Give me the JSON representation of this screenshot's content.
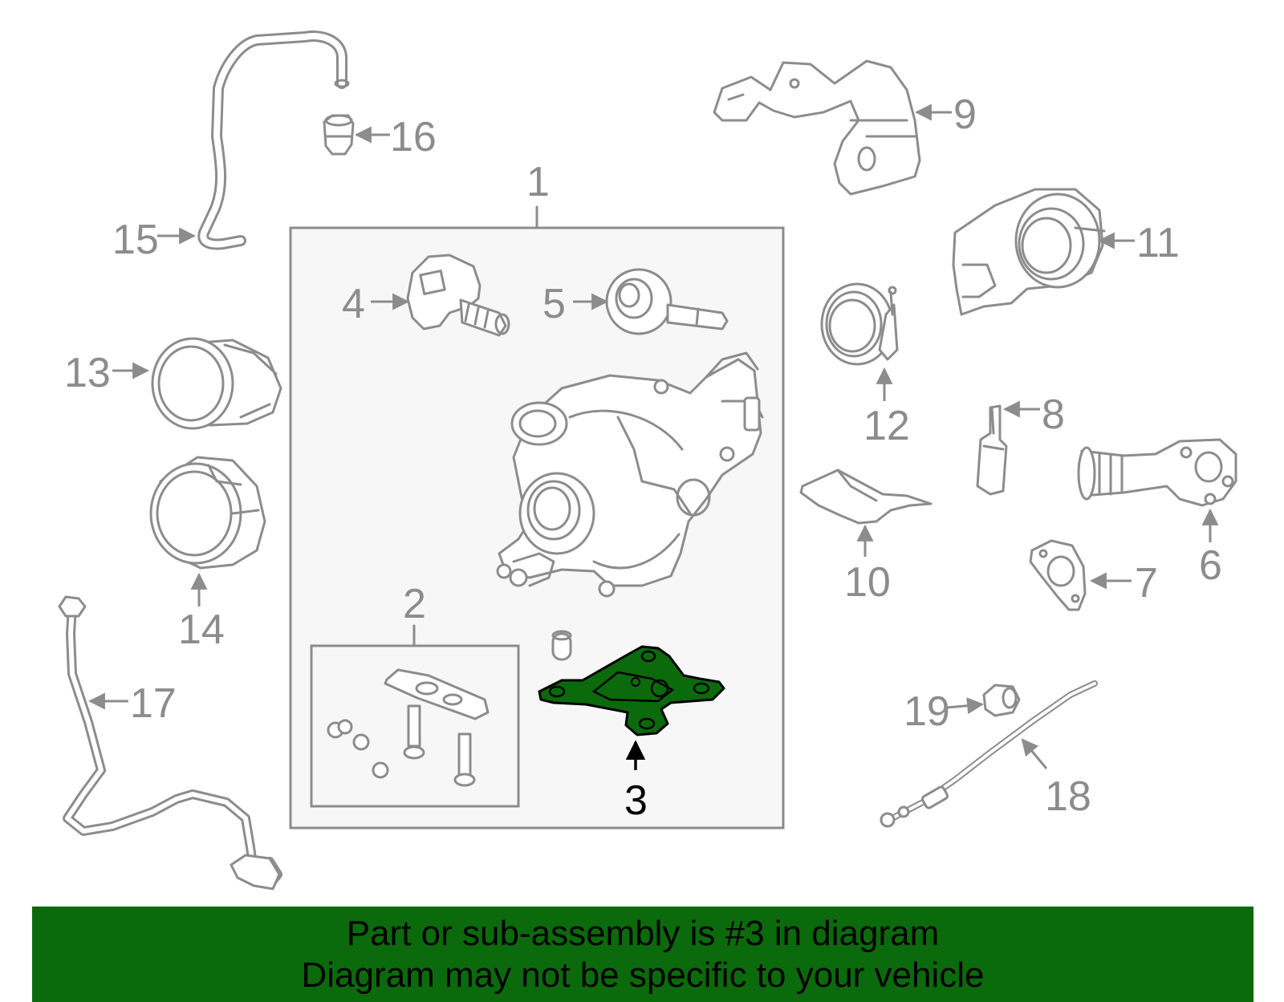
{
  "callouts": {
    "c1": "1",
    "c2": "2",
    "c3": "3",
    "c4": "4",
    "c5": "5",
    "c6": "6",
    "c7": "7",
    "c8": "8",
    "c9": "9",
    "c10": "10",
    "c11": "11",
    "c12": "12",
    "c13": "13",
    "c14": "14",
    "c15": "15",
    "c16": "16",
    "c17": "17",
    "c18": "18",
    "c19": "19"
  },
  "banner": {
    "line1": "Part or sub-assembly is #3 in diagram",
    "line2": "Diagram may not be specific to your vehicle"
  },
  "colors": {
    "line_art": "#8c8c8c",
    "highlight_part": "#0b6a0b",
    "banner_background": "#0b6a0b",
    "panel_background": "#f7f7f7"
  }
}
